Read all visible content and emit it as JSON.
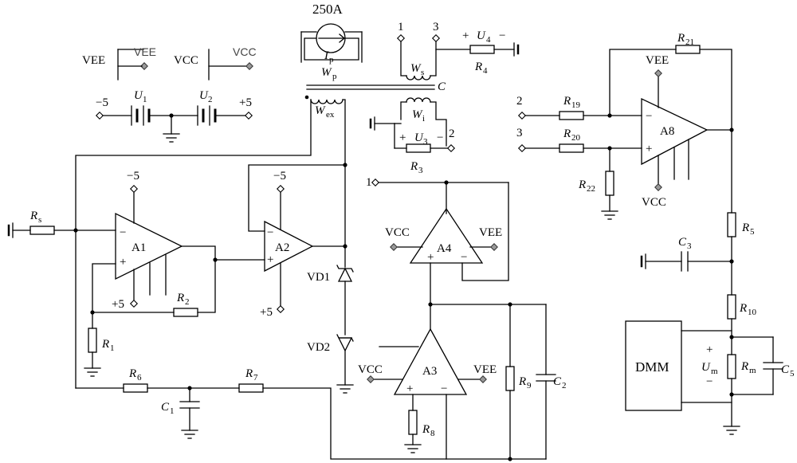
{
  "labels": {
    "source": "250A",
    "ip": "I",
    "ip_sub": "p",
    "wp": "W",
    "wp_sub": "p",
    "ws": "W",
    "ws_sub": "s",
    "wi": "W",
    "wi_sub": "i",
    "wex": "W",
    "wex_sub": "ex",
    "core": "C",
    "u4": "U",
    "u4_sub": "4",
    "u3": "U",
    "u3_sub": "3",
    "u1": "U",
    "u1_sub": "1",
    "u2": "U",
    "u2_sub": "2",
    "um": "U",
    "um_sub": "m",
    "plus": "+",
    "minus": "−",
    "vee": "VEE",
    "vcc": "VCC",
    "neg5": "−5",
    "pos5": "+5",
    "n1": "1",
    "n2": "2",
    "n3": "3",
    "r": "R",
    "rs_sub": "s",
    "r1_sub": "1",
    "r2_sub": "2",
    "r3_sub": "3",
    "r4_sub": "4",
    "r5_sub": "5",
    "r6_sub": "6",
    "r7_sub": "7",
    "r8_sub": "8",
    "r9_sub": "9",
    "r10_sub": "10",
    "rm_sub": "m",
    "r19_sub": "19",
    "r20_sub": "20",
    "r21_sub": "21",
    "r22_sub": "22",
    "c": "C",
    "c1_sub": "1",
    "c2_sub": "2",
    "c3_sub": "3",
    "c5_sub": "5",
    "a1": "A1",
    "a2": "A2",
    "a3": "A3",
    "a4": "A4",
    "a8": "A8",
    "vd1": "VD1",
    "vd2": "VD2",
    "dmm": "DMM"
  }
}
